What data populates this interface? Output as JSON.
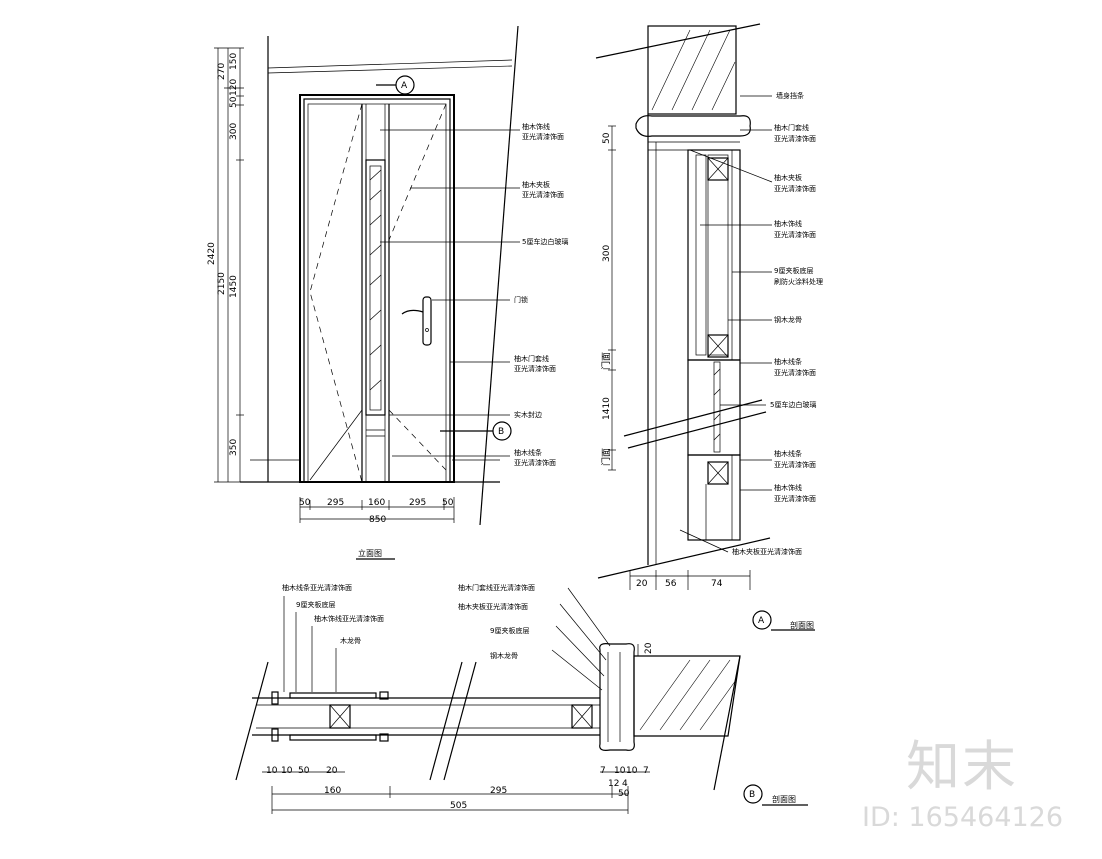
{
  "elevation": {
    "title": "立面图",
    "vertical_dims_outer": [
      "2420"
    ],
    "vertical_dims_middle": [
      "270",
      "2150"
    ],
    "vertical_dims_inner": [
      "150",
      "120",
      "50",
      "300",
      "1450",
      "350"
    ],
    "horizontal_dims": [
      "50",
      "295",
      "160",
      "295",
      "50"
    ],
    "total_width": "850",
    "callout_top": "A",
    "callout_side": "B",
    "notes": [
      "柚木饰线\n亚光清漆饰面",
      "柚木夹板\n亚光清漆饰面",
      "5厘车边白玻璃",
      "门锁",
      "柚木门套线\n亚光清漆饰面",
      "实木封边",
      "柚木线条\n亚光清漆饰面"
    ]
  },
  "section_a": {
    "callout": "A",
    "title": "剖面图",
    "vertical_dims": [
      "50",
      "300",
      "门面",
      "1410",
      "门面"
    ],
    "horizontal_dims": [
      "20",
      "56",
      "74"
    ],
    "notes": [
      "墙身挡条",
      "柚木门套线\n亚光清漆饰面",
      "柚木夹板\n亚光清漆饰面",
      "柚木饰线\n亚光清漆饰面",
      "9厘夹板底层\n刷防火涂料处理",
      "钢木龙骨",
      "柚木线条\n亚光清漆饰面",
      "5厘车边白玻璃",
      "柚木线条\n亚光清漆饰面",
      "柚木饰线\n亚光清漆饰面",
      "柚木夹板亚光清漆饰面"
    ]
  },
  "section_b": {
    "callout": "B",
    "title": "剖面图",
    "left_notes": [
      "柚木线条亚光清漆饰面",
      "9厘夹板底层",
      "柚木饰线亚光清漆饰面",
      "木龙骨"
    ],
    "right_notes": [
      "柚木门套线亚光清漆饰面",
      "柚木夹板亚光清漆饰面",
      "9厘夹板底层",
      "钢木龙骨"
    ],
    "dims_small": [
      "10",
      "10",
      "50",
      "20",
      "7",
      "10",
      "10",
      "7",
      "12",
      "4"
    ],
    "dims_mid": [
      "160",
      "295",
      "50"
    ],
    "dim_total": "505",
    "dim_wall": "20"
  },
  "watermark": {
    "logo": "知末",
    "id": "ID: 165464126"
  }
}
